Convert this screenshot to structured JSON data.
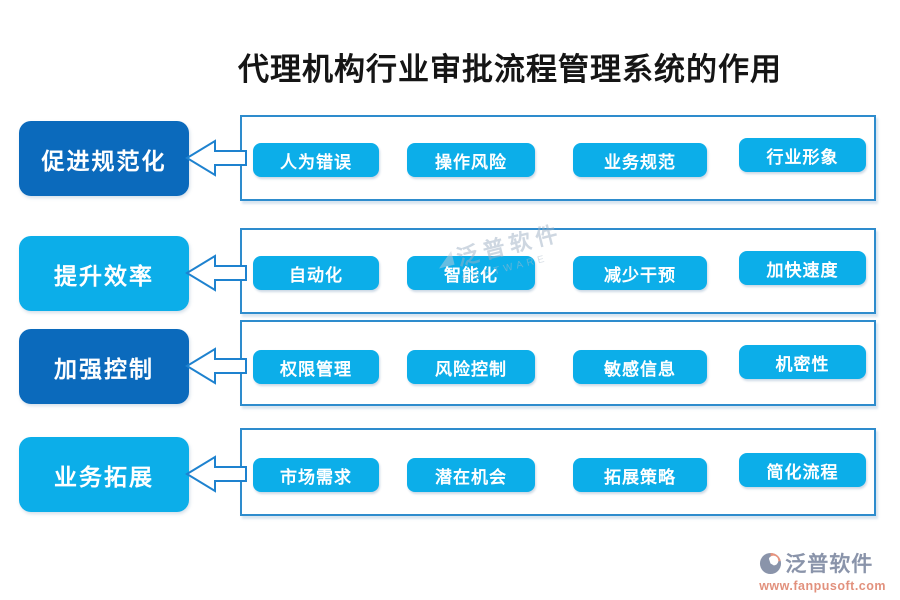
{
  "title": "代理机构行业审批流程管理系统的作用",
  "rows": [
    {
      "label": "促进规范化",
      "variant": "dark",
      "items": [
        "人为错误",
        "操作风险",
        "业务规范",
        "行业形象"
      ]
    },
    {
      "label": "提升效率",
      "variant": "light",
      "items": [
        "自动化",
        "智能化",
        "减少干预",
        "加快速度"
      ]
    },
    {
      "label": "加强控制",
      "variant": "dark",
      "items": [
        "权限管理",
        "风险控制",
        "敏感信息",
        "机密性"
      ]
    },
    {
      "label": "业务拓展",
      "variant": "light",
      "items": [
        "市场需求",
        "潜在机会",
        "拓展策略",
        "简化流程"
      ]
    }
  ],
  "watermark": {
    "text": "泛普软件",
    "subtext": "SOFTWARE"
  },
  "footer": {
    "brand": "泛普软件",
    "url": "www.fanpusoft.com"
  },
  "colors": {
    "dark_blue": "#0b6abc",
    "light_blue": "#0caee9",
    "container_border": "#2e8ccd",
    "arrow_stroke": "#1e82cf",
    "title_text": "#151515",
    "brand_gray": "#8a94aa",
    "brand_salmon": "#e2917d"
  }
}
